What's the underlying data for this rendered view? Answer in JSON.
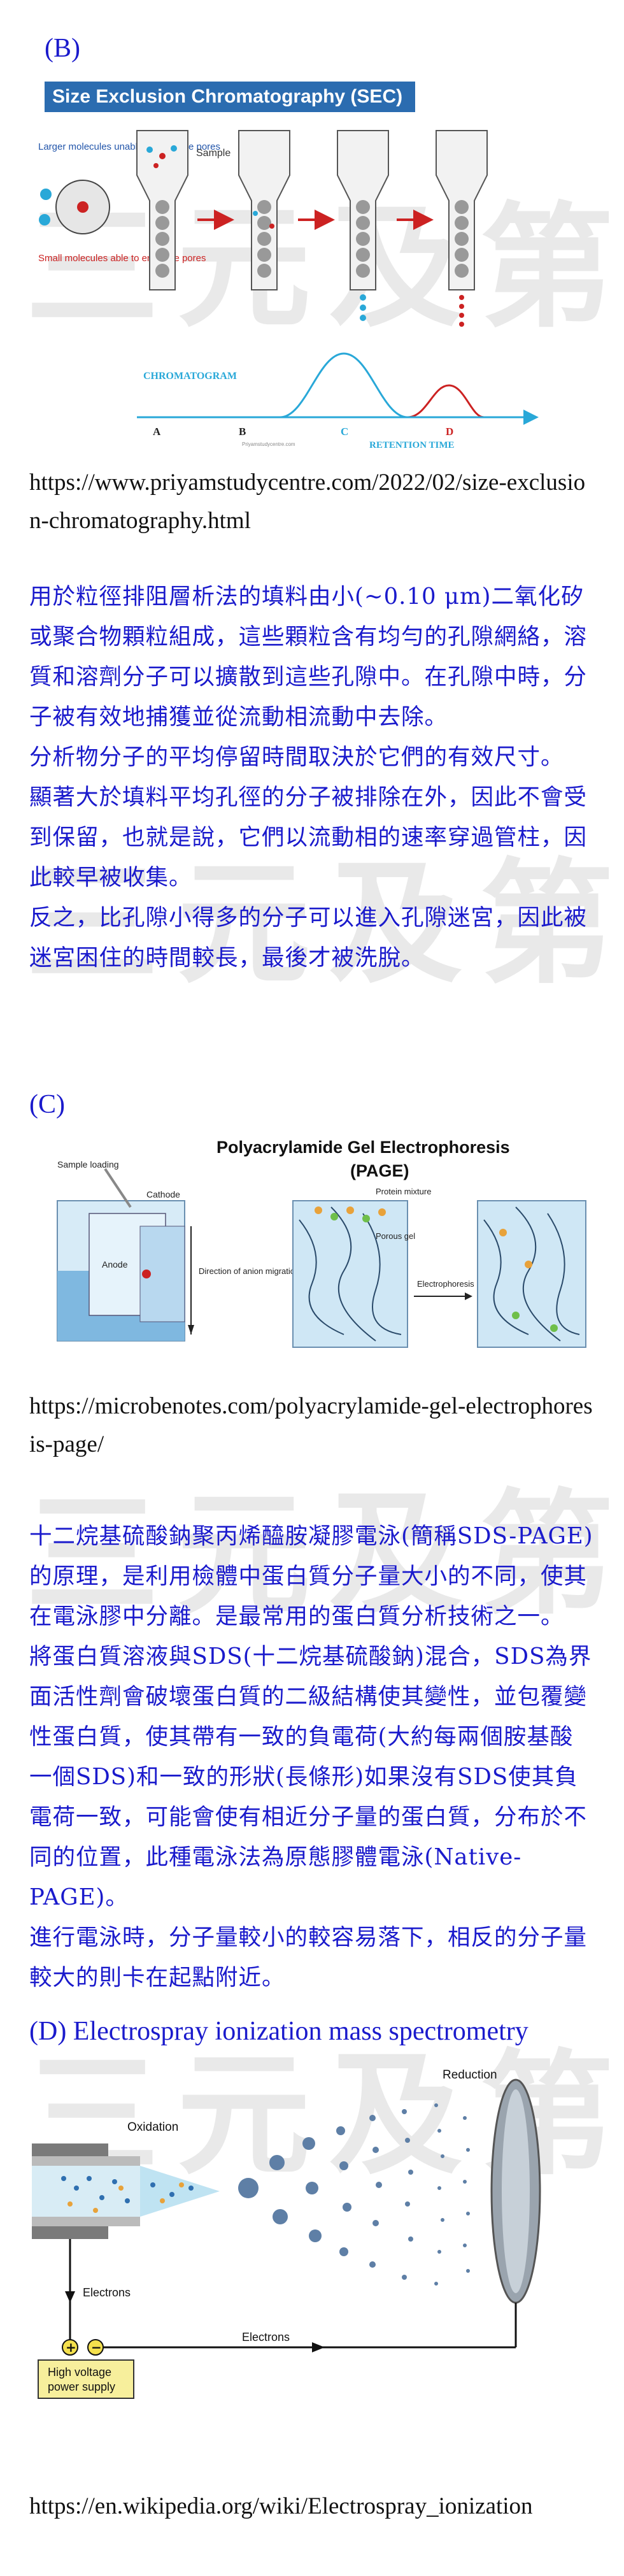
{
  "section_b": {
    "label": "(B)",
    "figure": {
      "banner": "Size Exclusion Chromatography (SEC)",
      "larger_molecules": "Larger molecules unable to enter the pores",
      "small_molecules": "Small molecules able to enter the pores",
      "sample": "Sample",
      "chromatogram": "CHROMATOGRAM",
      "peaks": [
        "A",
        "B",
        "C",
        "D"
      ],
      "retention_time": "RETENTION TIME",
      "credit": "Priyamstudycentre.com"
    },
    "url": "https://www.priyamstudycentre.com/2022/02/size-exclusion-chromatography.html",
    "paragraphs": [
      "用於粒徑排阻層析法的填料由小(~0.10 μm)二氧化矽或聚合物顆粒組成，這些顆粒含有均勻的孔隙網絡，溶質和溶劑分子可以擴散到這些孔隙中。在孔隙中時，分子被有效地捕獲並從流動相流動中去除。",
      "分析物分子的平均停留時間取決於它們的有效尺寸。",
      "顯著大於填料平均孔徑的分子被排除在外，因此不會受到保留，也就是說，它們以流動相的速率穿過管柱，因此較早被收集。",
      "反之，比孔隙小得多的分子可以進入孔隙迷宮，因此被迷宮困住的時間較長，最後才被洗脫。"
    ]
  },
  "section_c": {
    "label": "(C)",
    "figure": {
      "title_line1": "Polyacrylamide Gel Electrophoresis",
      "title_line2": "(PAGE)",
      "sample_loading": "Sample loading",
      "cathode": "Cathode",
      "anode": "Anode",
      "direction": "Direction of anion migration",
      "protein_mixture": "Protein mixture",
      "porous_gel": "Porous gel",
      "electrophoresis": "Electrophoresis"
    },
    "url": "https://microbenotes.com/polyacrylamide-gel-electrophoresis-page/",
    "paragraphs": [
      "十二烷基硫酸鈉聚丙烯醯胺凝膠電泳(簡稱SDS-PAGE)的原理，是利用檢體中蛋白質分子量大小的不同，使其在電泳膠中分離。是最常用的蛋白質分析技術之一。",
      "將蛋白質溶液與SDS(十二烷基硫酸鈉)混合，SDS為界面活性劑會破壞蛋白質的二級結構使其變性，並包覆變性蛋白質，使其帶有一致的負電荷(大約每兩個胺基酸一個SDS)和一致的形狀(長條形)如果沒有SDS使其負電荷一致，可能會使有相近分子量的蛋白質，分布於不同的位置，此種電泳法為原態膠體電泳(Native-PAGE)。",
      "進行電泳時，分子量較小的較容易落下，相反的分子量較大的則卡在起點附近。"
    ]
  },
  "section_d": {
    "label": "(D) Electrospray ionization mass spectrometry",
    "figure": {
      "reduction": "Reduction",
      "oxidation": "Oxidation",
      "electrons_left": "Electrons",
      "electrons_bottom": "Electrons",
      "power_supply_line1": "High voltage",
      "power_supply_line2": "power supply",
      "plus": "+",
      "minus": "−"
    },
    "url": "https://en.wikipedia.org/wiki/Electrospray_ionization"
  },
  "watermark": "三元及第",
  "colors": {
    "text_blue": "#1a1acc",
    "banner_blue": "#2b6cb0",
    "arrow_red": "#cc2222",
    "cyan": "#29a8d8"
  }
}
